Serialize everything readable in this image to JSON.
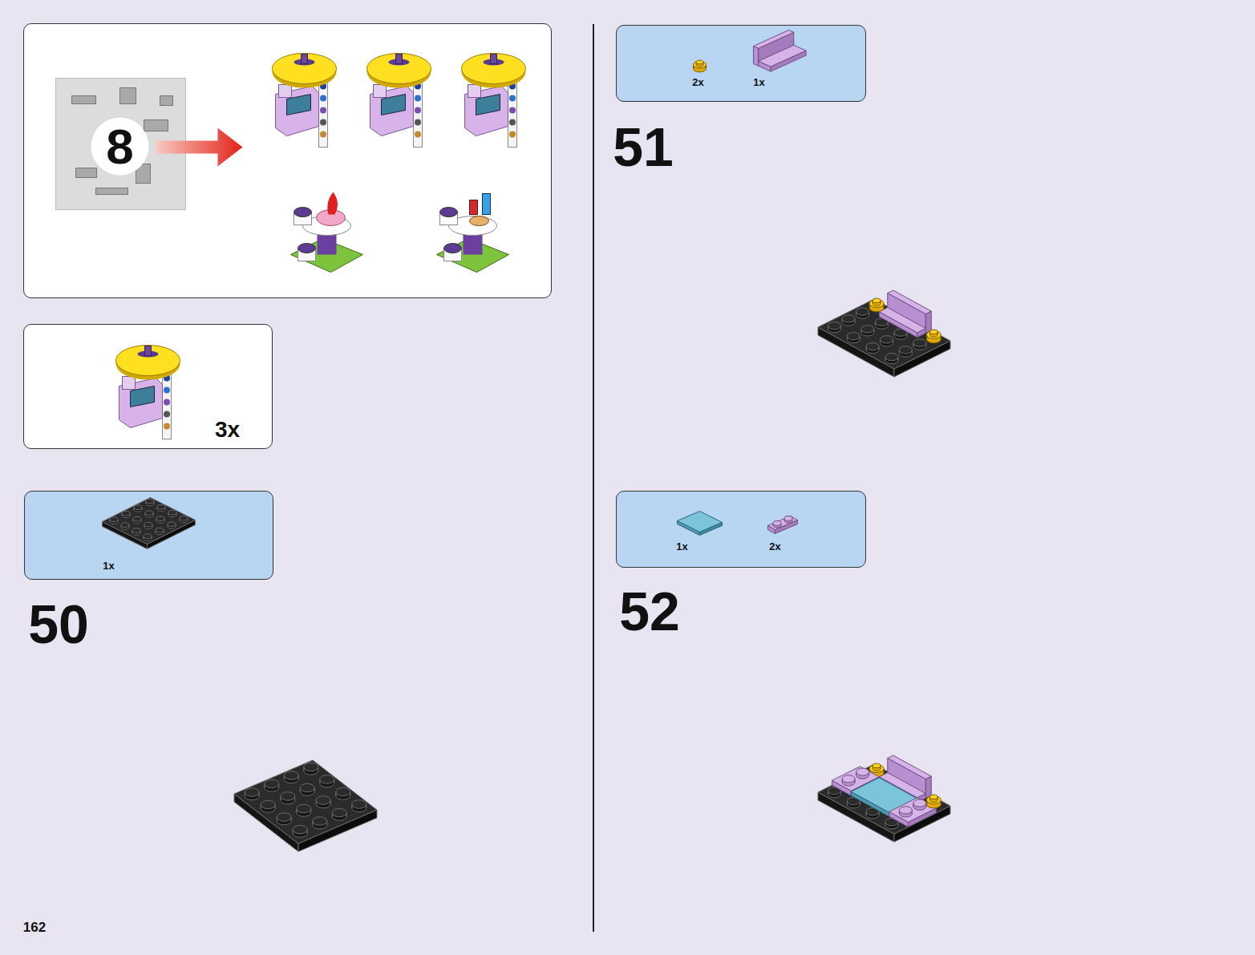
{
  "diagram": {
    "nodes": [
      {
        "text": [
          "8"
        ]
      },
      {
        "text": [
          "3x"
        ]
      },
      {
        "text": [
          "1x"
        ]
      },
      {
        "text": [
          "2x",
          "1x"
        ]
      },
      {
        "text": [
          "1x",
          "2x"
        ]
      }
    ],
    "labels": [
      "50",
      "51",
      "52",
      "162"
    ]
  }
}
